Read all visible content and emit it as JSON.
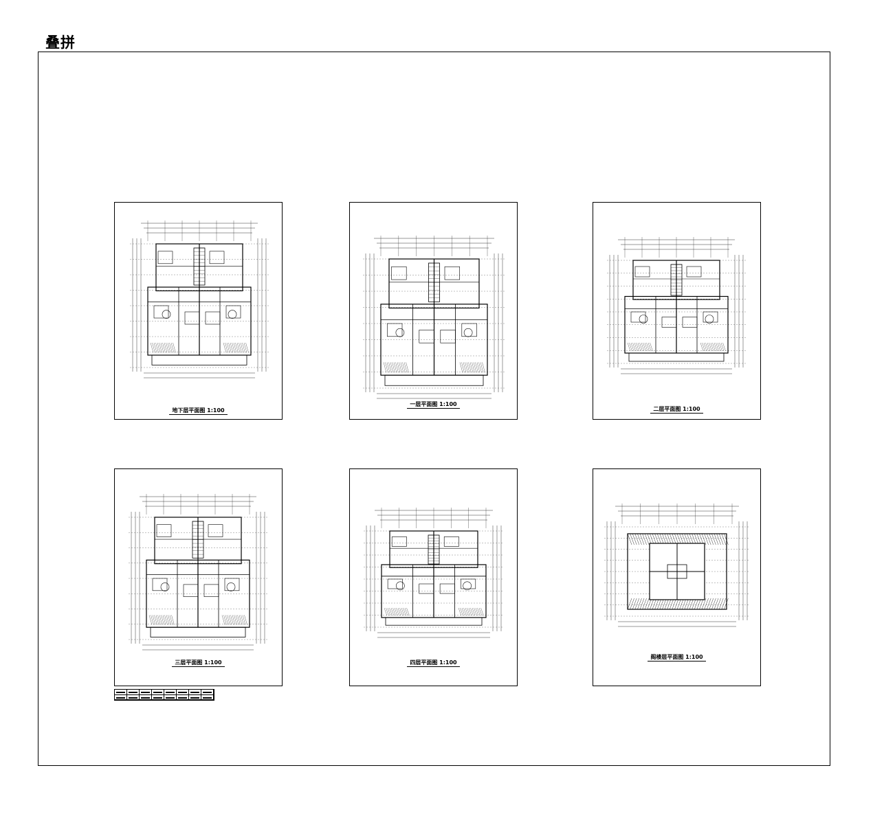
{
  "page": {
    "title": "叠拼"
  },
  "sheets": [
    {
      "id": "basement",
      "caption": "地下层平面图   1:100"
    },
    {
      "id": "floor1",
      "caption": "一层平面图   1:100"
    },
    {
      "id": "floor2",
      "caption": "二层平面图   1:100"
    },
    {
      "id": "floor3",
      "caption": "三层平面图   1:100"
    },
    {
      "id": "floor4",
      "caption": "四层平面图   1:100"
    },
    {
      "id": "attic",
      "caption": "阁楼层平面图   1:100"
    }
  ]
}
